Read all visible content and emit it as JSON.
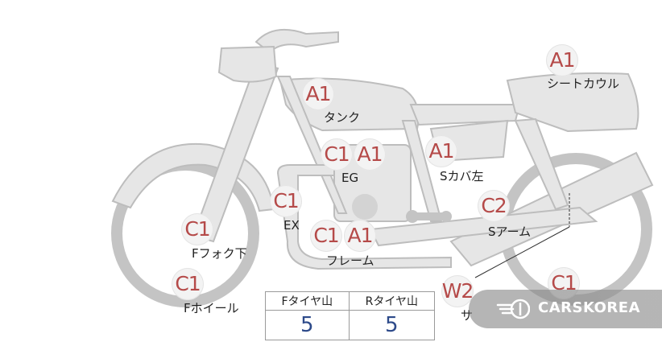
{
  "grades": {
    "tank": "A1",
    "seat_cowl": "A1",
    "eg_c": "C1",
    "eg_a": "A1",
    "side_cover_left": "A1",
    "ex": "C1",
    "swing_arm": "C2",
    "front_fork_lower": "C1",
    "frame_c": "C1",
    "frame_a": "A1",
    "front_wheel": "C1",
    "w2": "W2",
    "rear": "C1"
  },
  "labels": {
    "tank": "タンク",
    "seat_cowl": "シートカウル",
    "eg": "EG",
    "side_cover_left": "Sカバ左",
    "ex": "EX",
    "swing_arm": "Sアーム",
    "front_fork_lower": "Fフォク下",
    "frame": "フレーム",
    "front_wheel": "Fホイール",
    "partial": "サ"
  },
  "tire_table": {
    "headers": [
      "Fタイヤ山",
      "Rタイヤ山"
    ],
    "values": [
      "5",
      "5"
    ]
  },
  "watermark": {
    "text": "CARSKOREA",
    "icon": "wing-logo-icon"
  },
  "colors": {
    "grade_text": "#b54a49",
    "tire_value": "#2d4a8a",
    "bike_fill": "#e6e6e6",
    "bike_stroke": "#b8b8b8"
  }
}
